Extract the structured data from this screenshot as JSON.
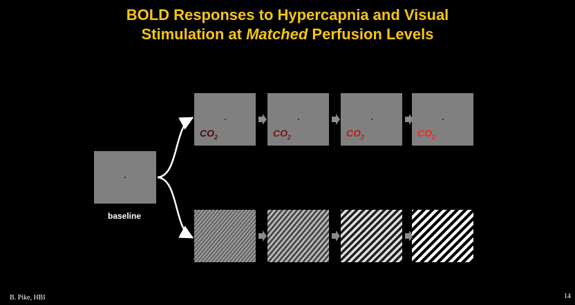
{
  "slide": {
    "title_line1": "BOLD Responses to Hypercapnia and Visual",
    "title_line2_pre": "Stimulation at ",
    "title_line2_em": "Matched",
    "title_line2_post": " Perfusion Levels",
    "baseline_label": "baseline",
    "author": "B. Pike, HBI",
    "page_number": "14"
  },
  "co2_row": [
    {
      "label": "CO",
      "sub": "2",
      "color": "#4a0d0d"
    },
    {
      "label": "CO",
      "sub": "2",
      "color": "#7a1414"
    },
    {
      "label": "CO",
      "sub": "2",
      "color": "#c01818"
    },
    {
      "label": "CO",
      "sub": "2",
      "color": "#ff2020"
    }
  ],
  "grating_contrast": [
    0.25,
    0.45,
    0.75,
    1.0
  ],
  "colors": {
    "title": "#f5c518",
    "background": "#000000",
    "panel": "#808080"
  }
}
